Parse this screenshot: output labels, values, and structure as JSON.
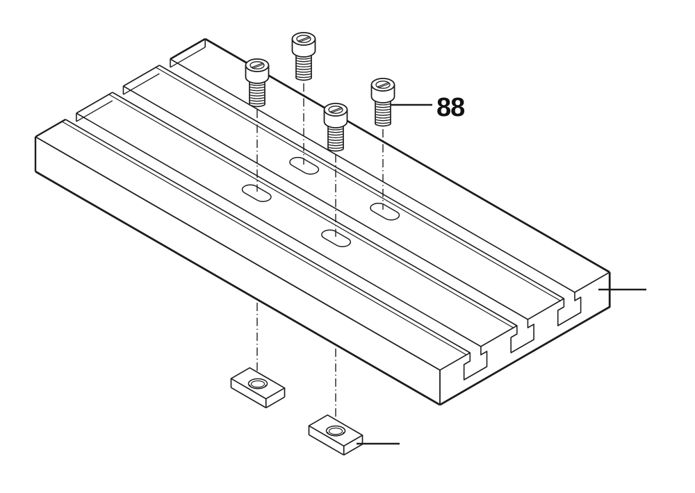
{
  "figure": {
    "type": "exploded-parts-diagram",
    "background": "#ffffff",
    "line_color": "#1c1c1c"
  },
  "callout": {
    "label": "88"
  },
  "parts": {
    "plate": "t-slot-adapter-plate",
    "screw": "socket-head-cap-screw",
    "nut": "slide-square-nut",
    "screws_shown": 4,
    "nuts_shown": 2
  }
}
